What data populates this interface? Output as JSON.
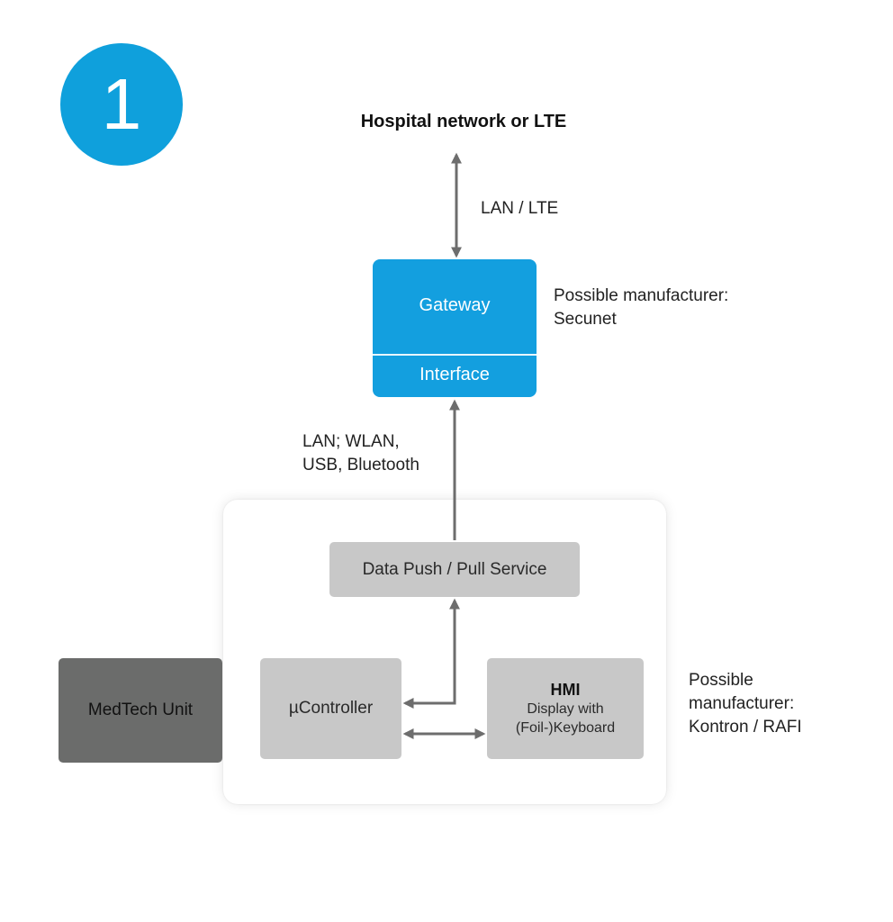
{
  "step_number": "1",
  "network": {
    "title": "Hospital network or LTE",
    "link_label": "LAN / LTE"
  },
  "gateway": {
    "label": "Gateway",
    "interface_label": "Interface",
    "manufacturer_line1": "Possible manufacturer:",
    "manufacturer_line2": "Secunet"
  },
  "device_link": {
    "label_line1": "LAN; WLAN,",
    "label_line2": "USB, Bluetooth"
  },
  "device": {
    "data_service": "Data Push / Pull Service",
    "controller": "µController",
    "hmi_title": "HMI",
    "hmi_line1": "Display with",
    "hmi_line2": "(Foil-)Keyboard",
    "manufacturer_line1": "Possible",
    "manufacturer_line2": "manufacturer:",
    "manufacturer_line3": "Kontron / RAFI"
  },
  "medtech_unit": "MedTech Unit",
  "colors": {
    "accent_blue": "#139fdf",
    "gray_box": "#c8c8c8",
    "dark_box": "#6b6c6b",
    "arrow": "#6d6d6d"
  }
}
